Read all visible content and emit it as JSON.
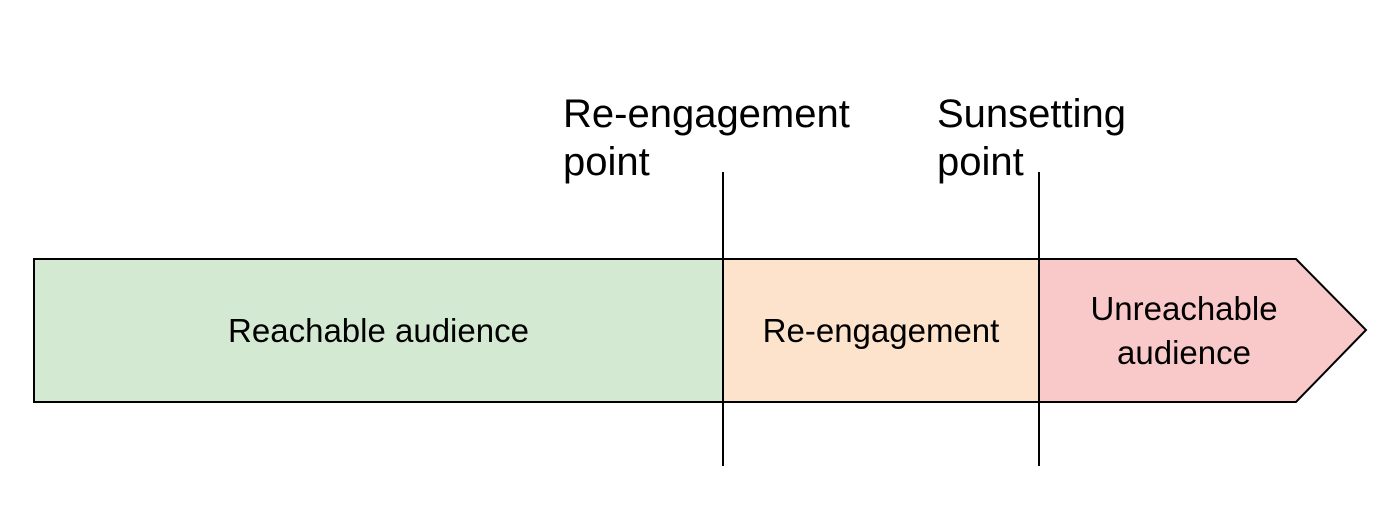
{
  "markers": [
    {
      "label": "Re-engagement\npoint"
    },
    {
      "label": "Sunsetting\npoint"
    }
  ],
  "segments": [
    {
      "label": "Reachable audience",
      "color": "#d3e9d2"
    },
    {
      "label": "Re-engagement",
      "color": "#fde3cb"
    },
    {
      "label": "Unreachable\naudience",
      "color": "#f9c9ca"
    }
  ]
}
